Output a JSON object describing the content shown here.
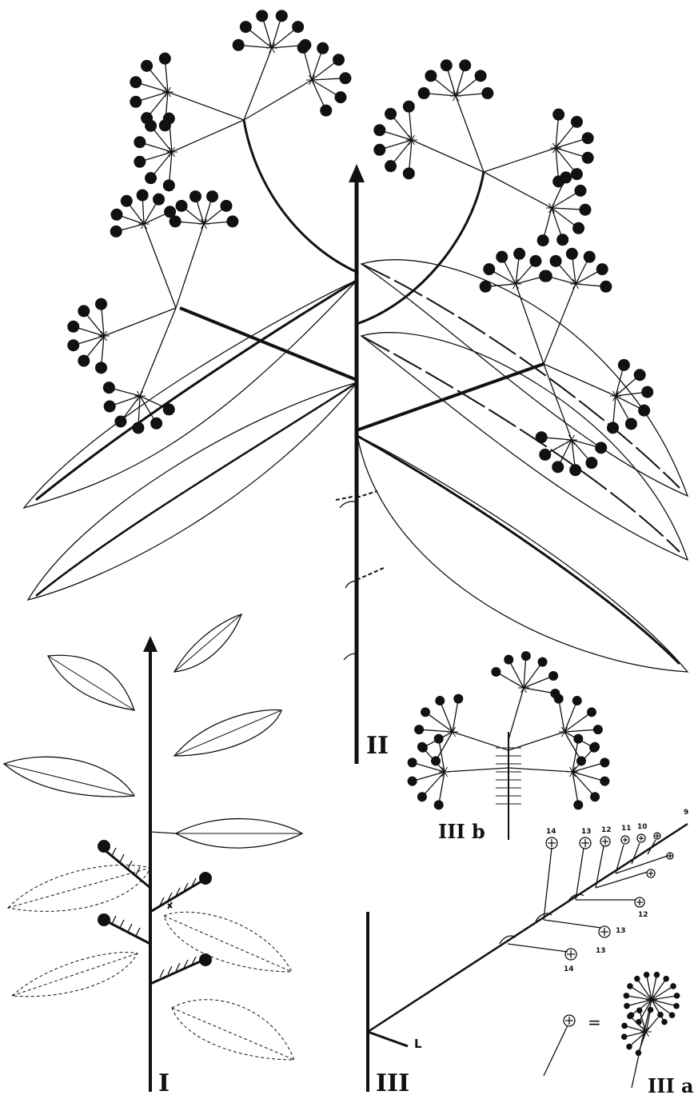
{
  "figure": {
    "labels": {
      "I": "I",
      "II": "II",
      "III": "III",
      "IIIa": "III a",
      "IIIb": "III b",
      "L": "L",
      "equals": "="
    },
    "axis_numbers": [
      "14",
      "13",
      "12",
      "11",
      "10",
      "9",
      "12",
      "13",
      "13",
      "14"
    ]
  }
}
